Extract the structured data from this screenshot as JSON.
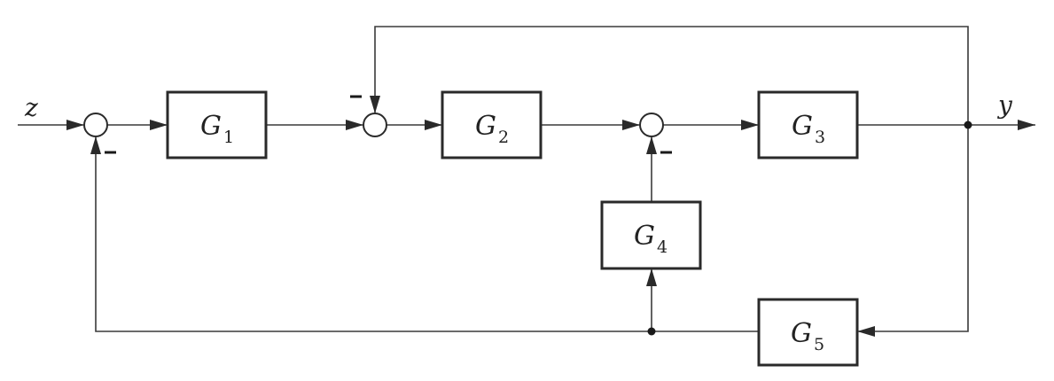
{
  "signals": {
    "input": "z",
    "output": "y"
  },
  "blocks": [
    {
      "id": "g1",
      "name": "G",
      "sub": "1"
    },
    {
      "id": "g2",
      "name": "G",
      "sub": "2"
    },
    {
      "id": "g3",
      "name": "G",
      "sub": "3"
    },
    {
      "id": "g4",
      "name": "G",
      "sub": "4"
    },
    {
      "id": "g5",
      "name": "G",
      "sub": "5"
    }
  ],
  "summing_junctions": [
    {
      "id": "s1",
      "minus_sign": "-"
    },
    {
      "id": "s2",
      "minus_sign": "-"
    },
    {
      "id": "s3",
      "minus_sign": "-"
    }
  ]
}
